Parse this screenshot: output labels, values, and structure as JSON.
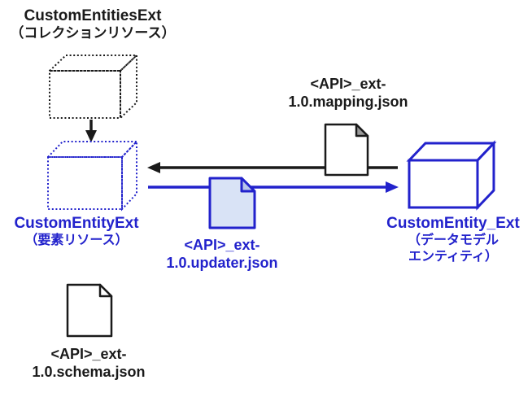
{
  "diagram": {
    "colors": {
      "black": "#1a1a1a",
      "blue": "#2222cc",
      "doc_fill_blue": "#d9e3f6",
      "doc_fold_blue": "#b9c6ea",
      "doc_fold_grey": "#9a9a9a"
    },
    "nodes": {
      "collection": {
        "title": "CustomEntitiesExt",
        "subtitle": "（コレクションリソース）"
      },
      "element": {
        "title": "CustomEntityExt",
        "subtitle": "（要素リソース）"
      },
      "data_model": {
        "title": "CustomEntity_Ext",
        "subtitle_line1": "（データモデル",
        "subtitle_line2": "エンティティ）"
      }
    },
    "files": {
      "mapping": {
        "line1": "<API>_ext-",
        "line2": "1.0.mapping.json"
      },
      "updater": {
        "line1": "<API>_ext-",
        "line2": "1.0.updater.json"
      },
      "schema": {
        "line1": "<API>_ext-",
        "line2": "1.0.schema.json"
      }
    },
    "icons": [
      "collection-cube-icon",
      "element-cube-icon",
      "data-model-cube-icon",
      "mapping-document-icon",
      "updater-document-icon",
      "schema-document-icon",
      "down-arrow-icon",
      "left-arrow-icon",
      "right-arrow-icon"
    ]
  }
}
